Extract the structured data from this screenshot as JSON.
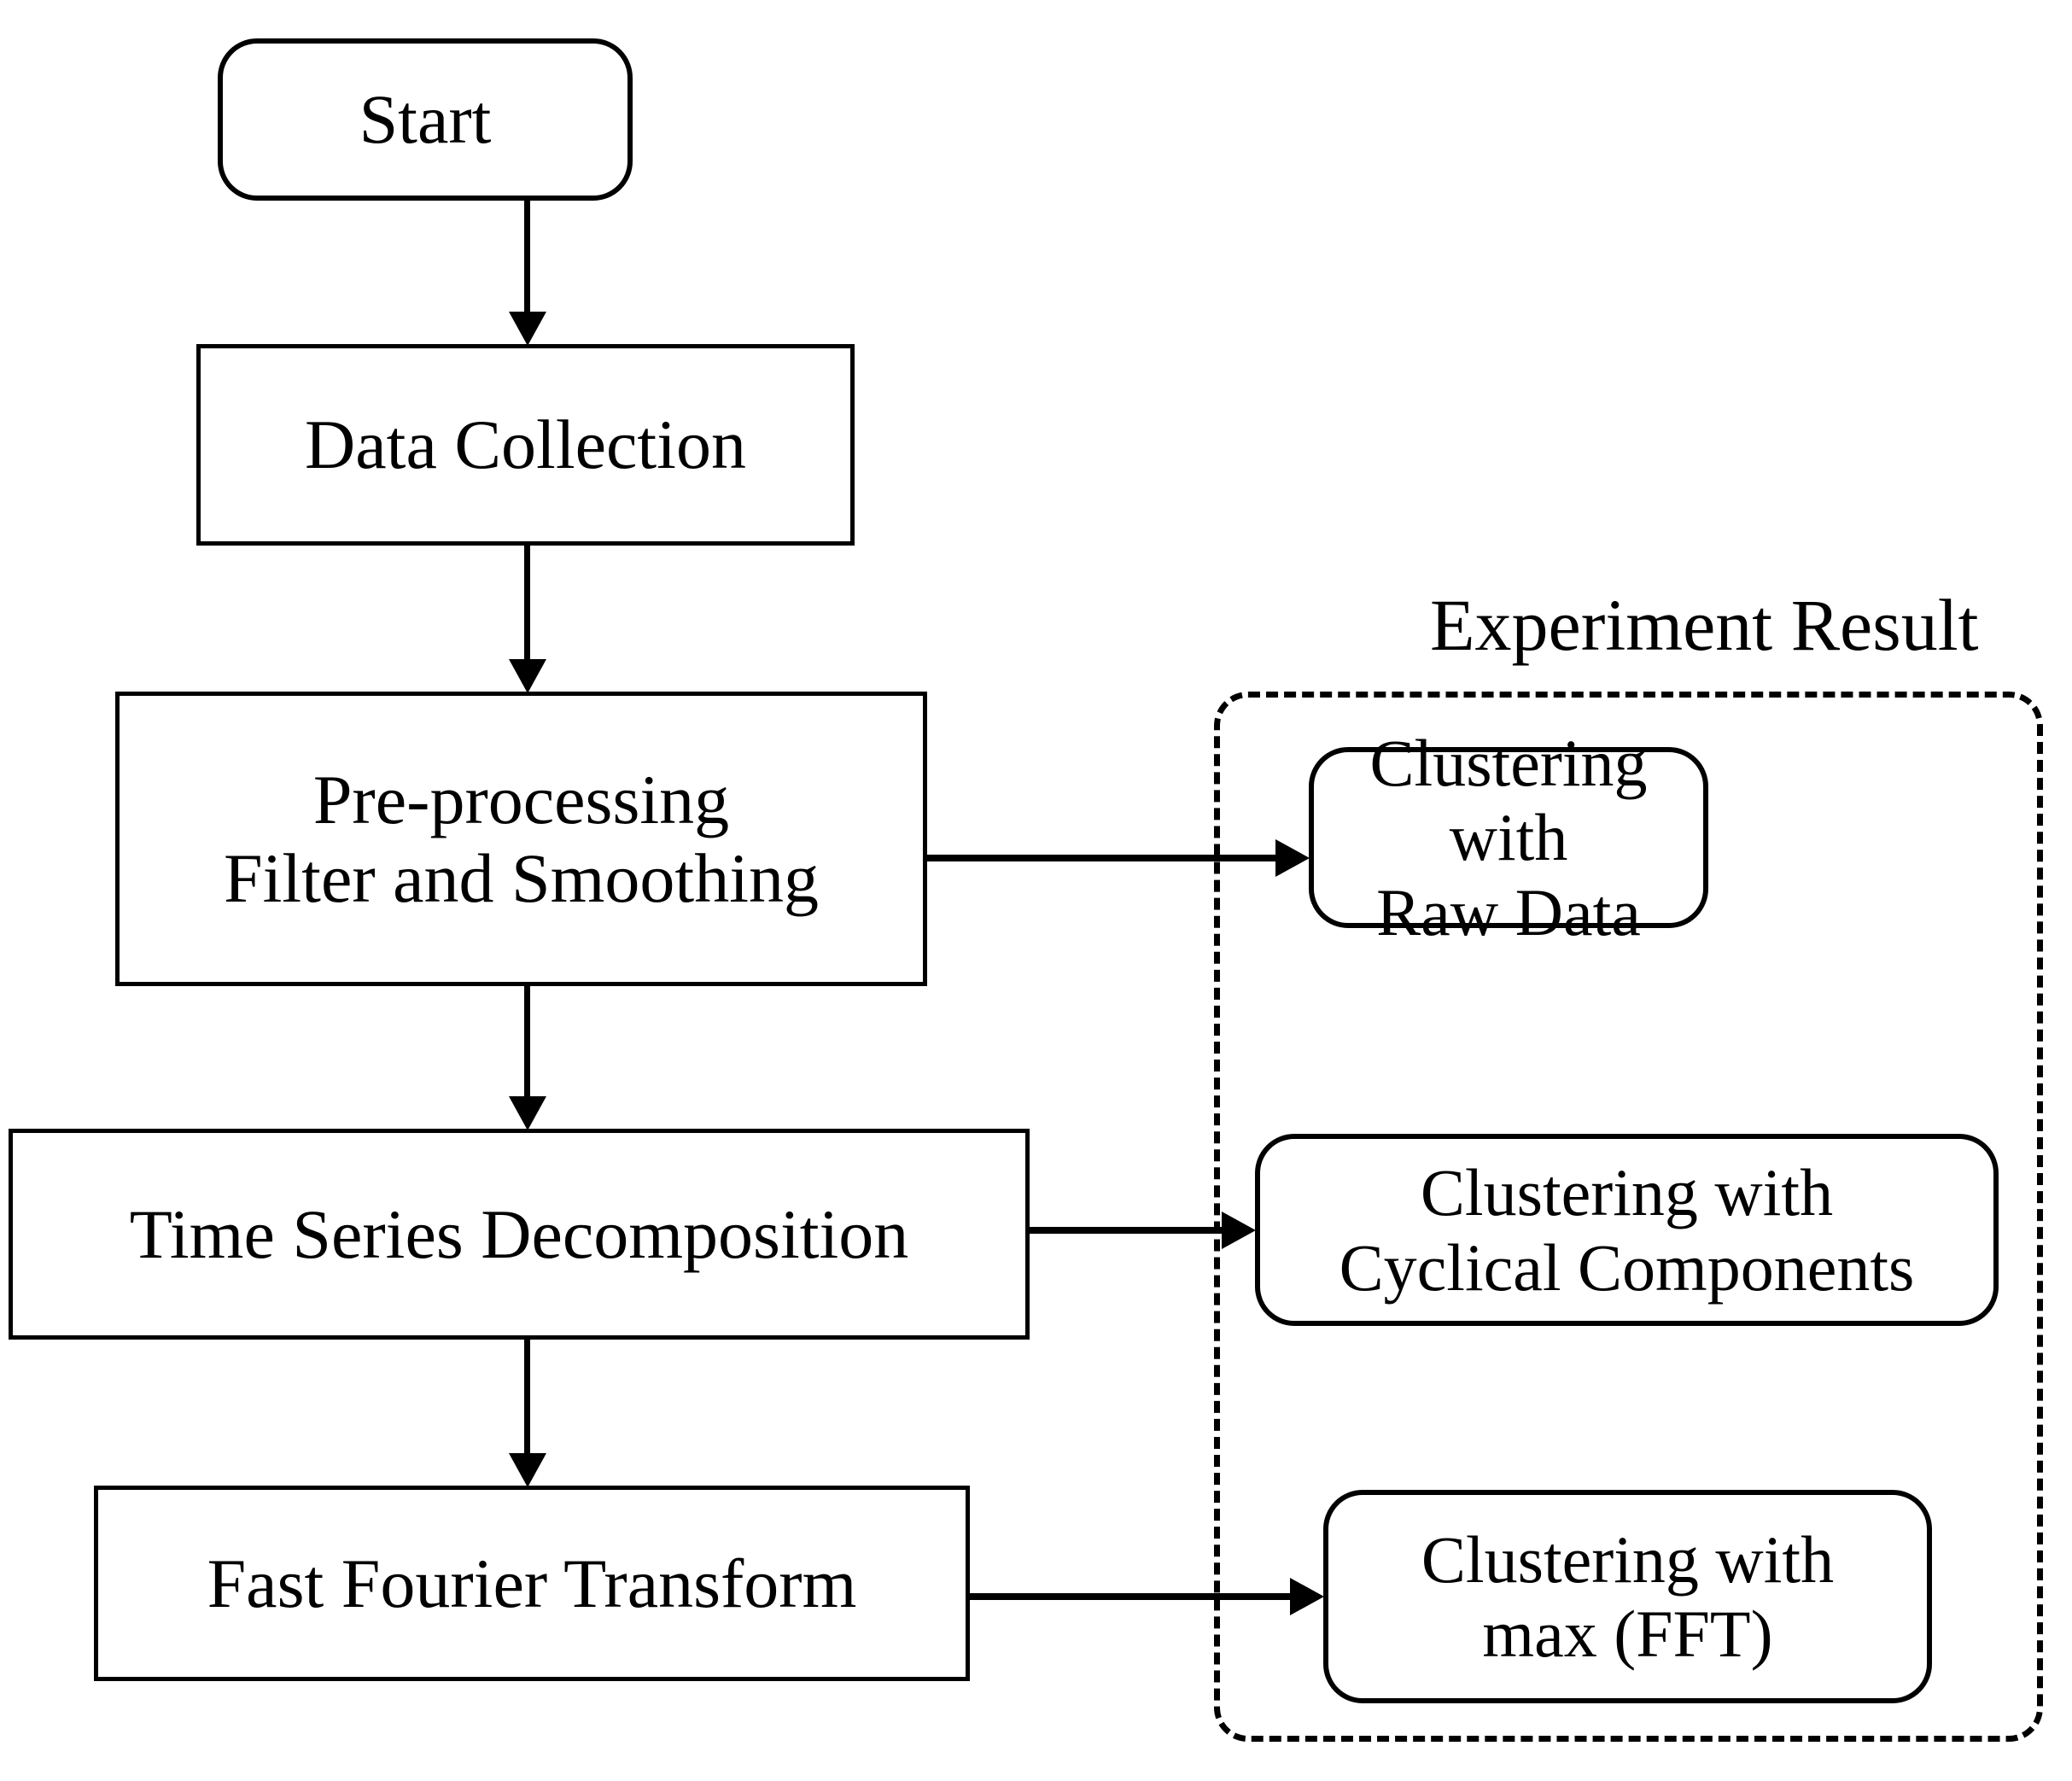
{
  "diagram": {
    "title_group": "Experiment Result",
    "flow_nodes": [
      {
        "id": "start",
        "label": "Start",
        "shape": "rounded"
      },
      {
        "id": "data-collection",
        "label": "Data Collection",
        "shape": "rectangle"
      },
      {
        "id": "pre-processing",
        "label": "Pre-processing\nFilter and Smoothing",
        "shape": "rectangle"
      },
      {
        "id": "decomposition",
        "label": "Time Series Decomposition",
        "shape": "rectangle"
      },
      {
        "id": "fft",
        "label": "Fast Fourier Transform",
        "shape": "rectangle"
      }
    ],
    "result_nodes": [
      {
        "id": "clustering-raw",
        "label": "Clustering with\nRaw Data",
        "shape": "rounded"
      },
      {
        "id": "clustering-cyclical",
        "label": "Clustering with\nCyclical Components",
        "shape": "rounded"
      },
      {
        "id": "clustering-fft",
        "label": "Clustering with\nmax (FFT)",
        "shape": "rounded"
      }
    ],
    "edges": [
      {
        "from": "start",
        "to": "data-collection",
        "direction": "down"
      },
      {
        "from": "data-collection",
        "to": "pre-processing",
        "direction": "down"
      },
      {
        "from": "pre-processing",
        "to": "decomposition",
        "direction": "down"
      },
      {
        "from": "decomposition",
        "to": "fft",
        "direction": "down"
      },
      {
        "from": "pre-processing",
        "to": "clustering-raw",
        "direction": "right"
      },
      {
        "from": "decomposition",
        "to": "clustering-cyclical",
        "direction": "right"
      },
      {
        "from": "fft",
        "to": "clustering-fft",
        "direction": "right"
      }
    ],
    "colors": {
      "stroke": "#000000",
      "fill": "#ffffff",
      "text": "#000000"
    }
  }
}
